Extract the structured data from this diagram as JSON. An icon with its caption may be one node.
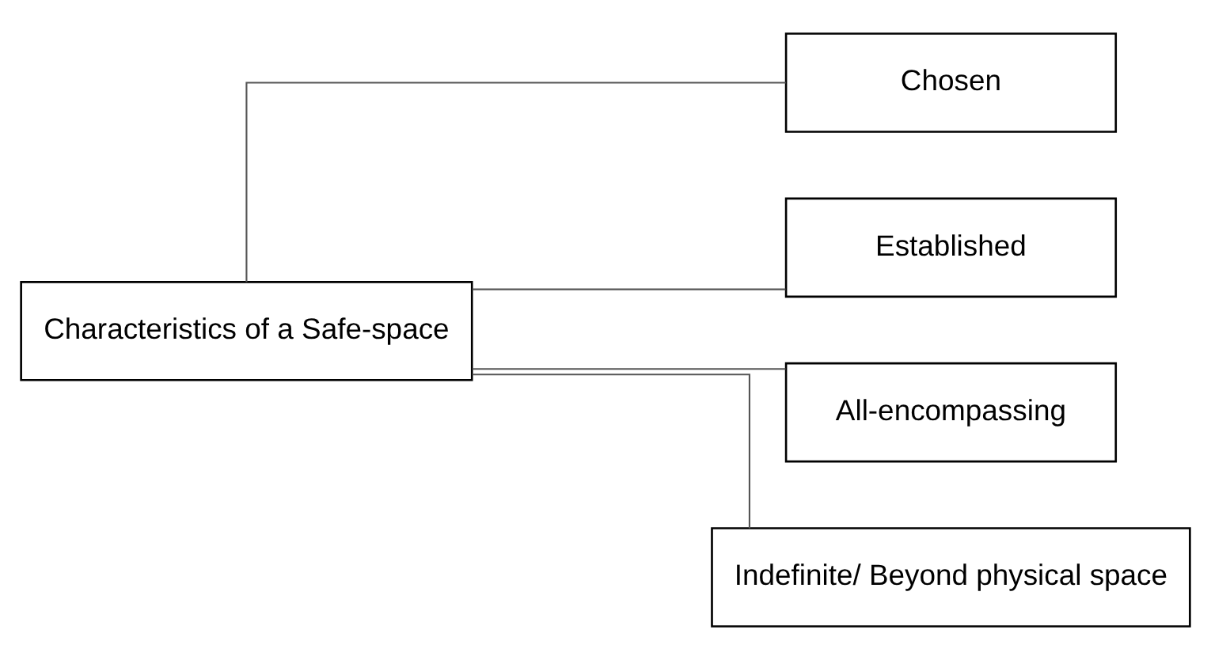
{
  "diagram": {
    "nodes": [
      {
        "text": [
          "Characteristics of a Safe-space"
        ]
      },
      {
        "text": [
          "Chosen"
        ]
      },
      {
        "text": [
          "Established"
        ]
      },
      {
        "text": [
          "All-encompassing"
        ]
      },
      {
        "text": [
          "Indefinite/ Beyond physical space"
        ]
      }
    ],
    "edges": [
      {
        "from": 0,
        "to": 1,
        "arrow": "none"
      },
      {
        "from": 0,
        "to": 2,
        "arrow": "none"
      },
      {
        "from": 0,
        "to": 3,
        "arrow": "none"
      },
      {
        "from": 0,
        "to": 4,
        "arrow": "none"
      }
    ]
  }
}
